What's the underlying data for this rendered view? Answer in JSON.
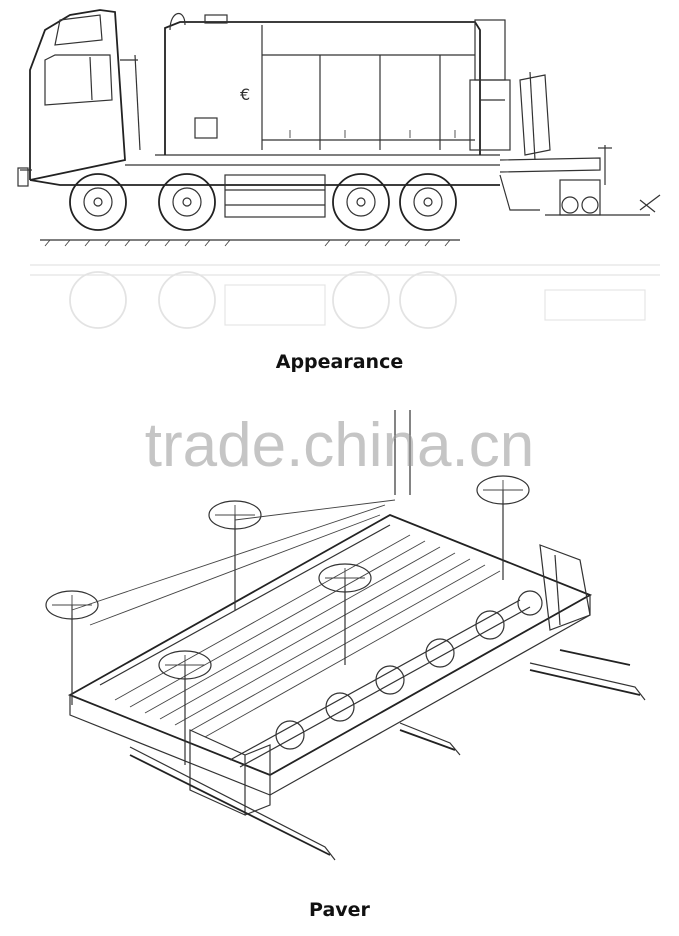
{
  "captions": {
    "appearance": "Appearance",
    "paver": "Paver"
  },
  "watermark": "trade.china.cn",
  "icons": {
    "truck": "asphalt-distributor-truck-drawing",
    "paver": "paver-screed-drawing"
  }
}
